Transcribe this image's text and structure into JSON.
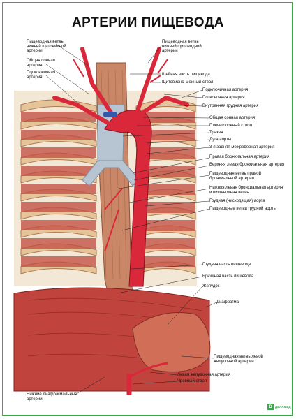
{
  "title": "АРТЕРИИ ПИЩЕВОДА",
  "labels_left": [
    "Пищеводная ветвь\nнижней щитовидной\nартерии",
    "Общая сонная\nартерия",
    "Подключичная\nартерия",
    "Нижние диафрагмальные\nартерии"
  ],
  "labels_right": [
    "Пищеводная ветвь\nнижней щитовидной\nартерии",
    "Шейная часть пищевода",
    "Щитовидно-шейный ствол",
    "Подключичная артерия",
    "Позвоночная артерия",
    "Внутренняя грудная артерия",
    "Общая сонная артерия",
    "Плечеголовный ствол",
    "Трахея",
    "Дуга аорты",
    "3-я задняя межреберная артерия",
    "Правая бронхиальная артерия",
    "Верхняя левая бронхиальная артерия",
    "Пищеводная ветвь правой\nбронхиальной артерии",
    "Нижняя левая бронхиальная артерия\nи пищеводная ветвь",
    "Грудная (нисходящая) аорта",
    "Пищеводные ветви грудной аорты",
    "Грудная часть пищевода",
    "Брюшная часть пищевода",
    "Желудок",
    "Диафрагма",
    "Пищеводная ветвь левой\nжелудочной артерии",
    "Левая желудочная артерия",
    "Чревный ствол"
  ],
  "logo_text": "ДЕЛАМЕД",
  "colors": {
    "frame": "#3aa84a",
    "artery": "#d8283a",
    "esophagus": "#c98768",
    "ribs": "#e8c9a0",
    "muscle": "#c0443d",
    "trachea": "#a9b8c6",
    "vein": "#3559a8"
  }
}
